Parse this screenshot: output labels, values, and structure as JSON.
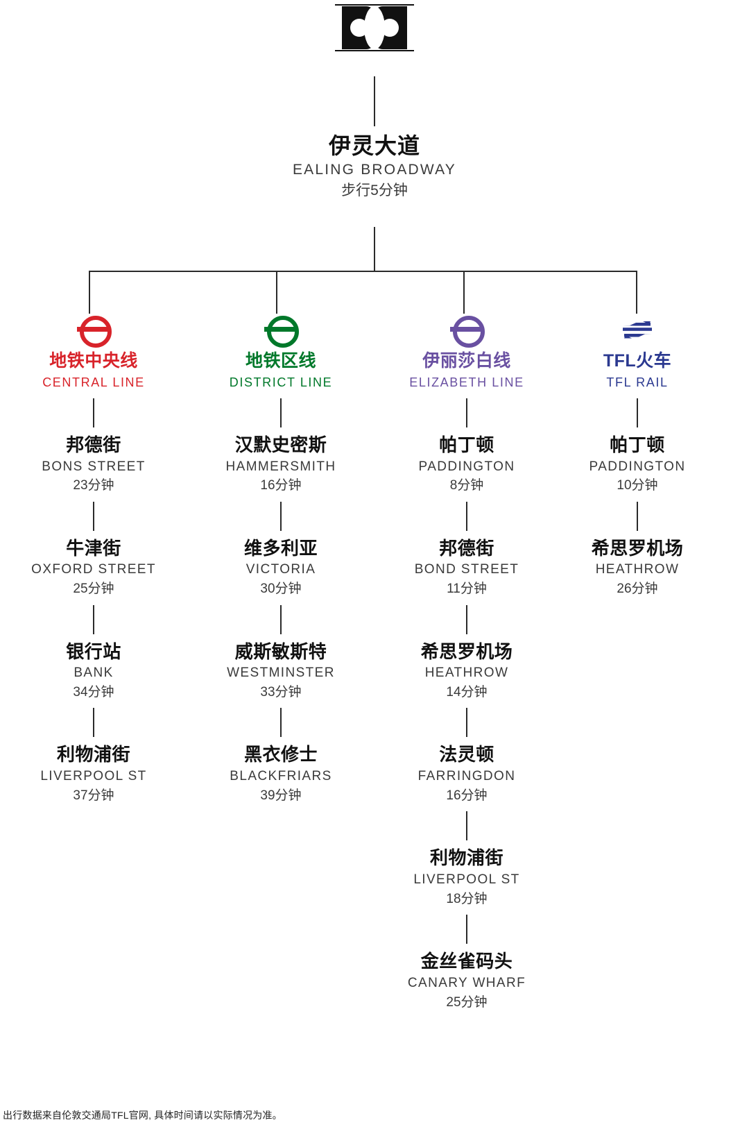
{
  "brand": {
    "logo_icon": "ec-monogram-logo",
    "alt_text": "EC"
  },
  "origin": {
    "name_cn": "伊灵大道",
    "name_en": "EALING BROADWAY",
    "note_cn": "步行5分钟"
  },
  "lines": [
    {
      "icon": "tfl-roundel-icon",
      "color": "#d8232a",
      "name_cn": "地铁中央线",
      "name_en": "CENTRAL LINE",
      "stops": [
        {
          "name_cn": "邦德街",
          "name_en": "BONS STREET",
          "time_cn": "23分钟"
        },
        {
          "name_cn": "牛津街",
          "name_en": "OXFORD STREET",
          "time_cn": "25分钟"
        },
        {
          "name_cn": "银行站",
          "name_en": "BANK",
          "time_cn": "34分钟"
        },
        {
          "name_cn": "利物浦街",
          "name_en": "LIVERPOOL ST",
          "time_cn": "37分钟"
        }
      ]
    },
    {
      "icon": "tfl-roundel-icon",
      "color": "#00782a",
      "name_cn": "地铁区线",
      "name_en": "DISTRICT LINE",
      "stops": [
        {
          "name_cn": "汉默史密斯",
          "name_en": "HAMMERSMITH",
          "time_cn": "16分钟"
        },
        {
          "name_cn": "维多利亚",
          "name_en": "VICTORIA",
          "time_cn": "30分钟"
        },
        {
          "name_cn": "威斯敏斯特",
          "name_en": "WESTMINSTER",
          "time_cn": "33分钟"
        },
        {
          "name_cn": "黑衣修士",
          "name_en": "BLACKFRIARS",
          "time_cn": "39分钟"
        }
      ]
    },
    {
      "icon": "tfl-roundel-icon",
      "color": "#6950a1",
      "name_cn": "伊丽莎白线",
      "name_en": "ELIZABETH LINE",
      "stops": [
        {
          "name_cn": "帕丁顿",
          "name_en": "PADDINGTON",
          "time_cn": "8分钟"
        },
        {
          "name_cn": "邦德街",
          "name_en": "BOND STREET",
          "time_cn": "11分钟"
        },
        {
          "name_cn": "希思罗机场",
          "name_en": "HEATHROW",
          "time_cn": "14分钟"
        },
        {
          "name_cn": "法灵顿",
          "name_en": "FARRINGDON",
          "time_cn": "16分钟"
        },
        {
          "name_cn": "利物浦街",
          "name_en": "LIVERPOOL ST",
          "time_cn": "18分钟"
        },
        {
          "name_cn": "金丝雀码头",
          "name_en": "CANARY WHARF",
          "time_cn": "25分钟"
        }
      ]
    },
    {
      "icon": "national-rail-double-arrow-icon",
      "color": "#2b3990",
      "name_cn": "TFL火车",
      "name_en": "TFL RAIL",
      "stops": [
        {
          "name_cn": "帕丁顿",
          "name_en": "PADDINGTON",
          "time_cn": "10分钟"
        },
        {
          "name_cn": "希思罗机场",
          "name_en": "HEATHROW",
          "time_cn": "26分钟"
        }
      ]
    }
  ],
  "footer": {
    "disclaimer": "出行数据来自伦敦交通局TFL官网, 具体时间请以实际情况为准。"
  }
}
